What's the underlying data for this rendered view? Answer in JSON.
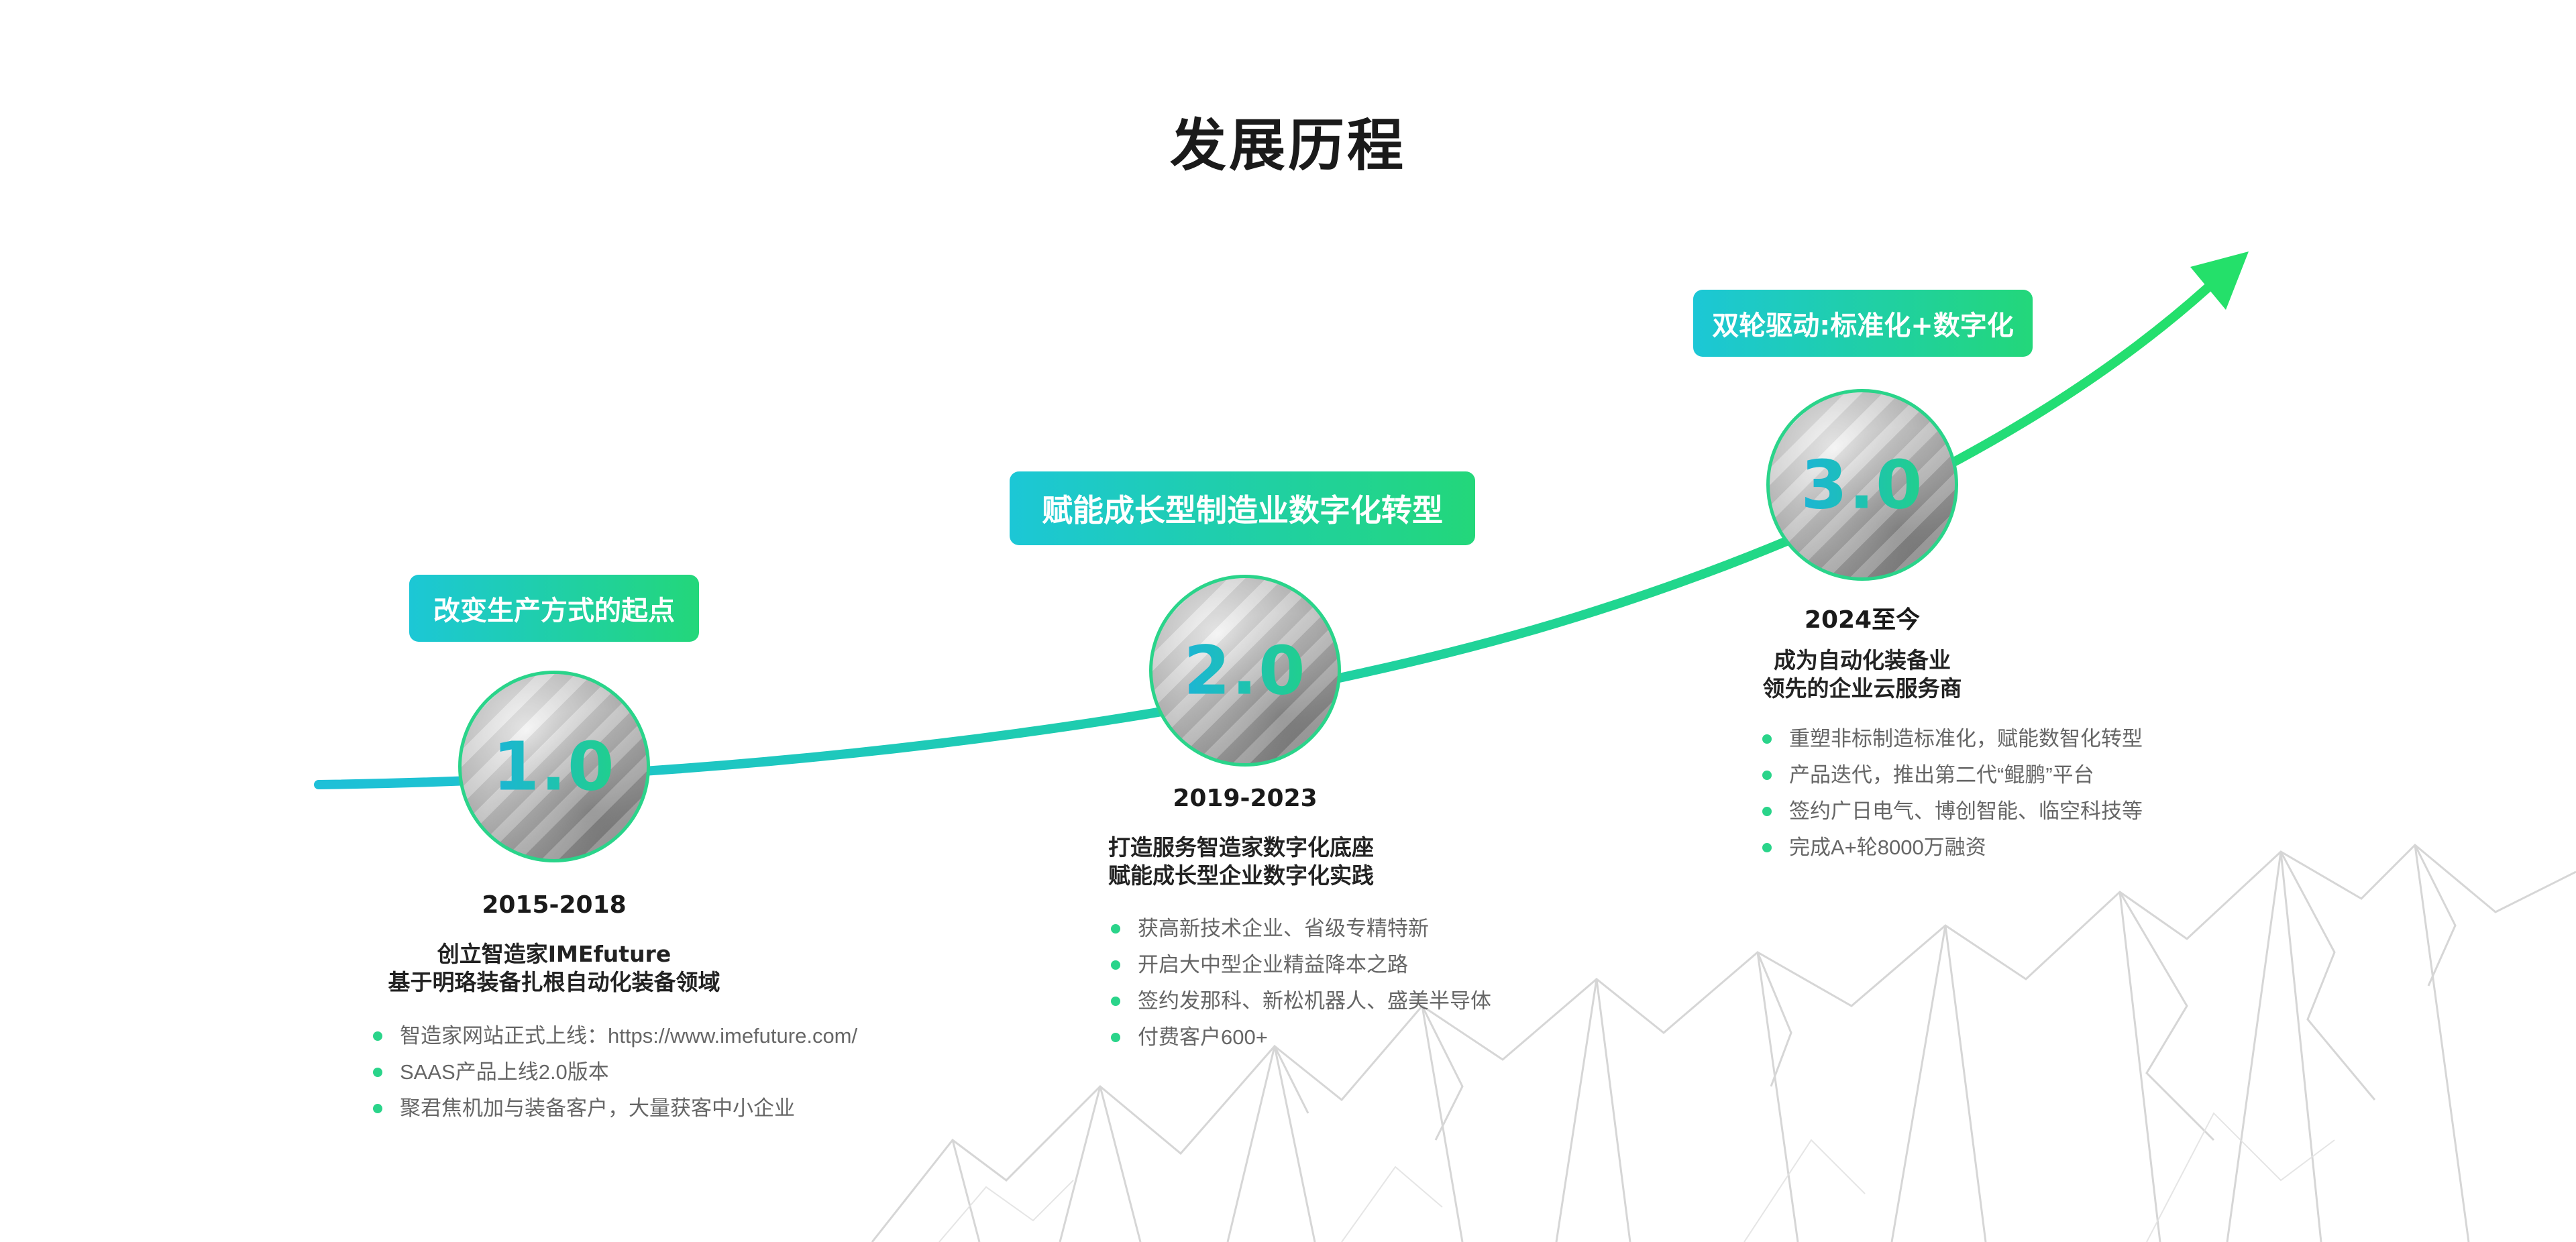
{
  "page": {
    "title": "发展历程",
    "colors": {
      "accent_start": "#1cc7d6",
      "accent_end": "#23d77a",
      "bullet": "#2ad48a",
      "title": "#1a1a1a",
      "body": "#666666"
    }
  },
  "stages": [
    {
      "banner": "改变生产方式的起点",
      "version": "1.0",
      "years": "2015-2018",
      "desc_line1": "创立智造家IMEfuture",
      "desc_line2": "基于明珞装备扎根自动化装备领域",
      "points": [
        "智造家网站正式上线：https://www.imefuture.com/",
        "SAAS产品上线2.0版本",
        "聚君焦机加与装备客户，大量获客中小企业"
      ]
    },
    {
      "banner": "赋能成长型制造业数字化转型",
      "version": "2.0",
      "years": "2019-2023",
      "desc_line1": "打造服务智造家数字化底座",
      "desc_line2": "赋能成长型企业数字化实践",
      "points": [
        "获高新技术企业、省级专精特新",
        "开启大中型企业精益降本之路",
        "签约发那科、新松机器人、盛美半导体",
        "付费客户600+"
      ]
    },
    {
      "banner": "双轮驱动:标准化+数字化",
      "version": "3.0",
      "years": "2024至今",
      "desc_line1": "成为自动化装备业",
      "desc_line2": "领先的企业云服务商",
      "points": [
        "重塑非标制造标准化，赋能数智化转型",
        "产品迭代，推出第二代“鲲鹏”平台",
        "签约广日电气、博创智能、临空科技等",
        "完成A+轮8000万融资"
      ]
    }
  ]
}
